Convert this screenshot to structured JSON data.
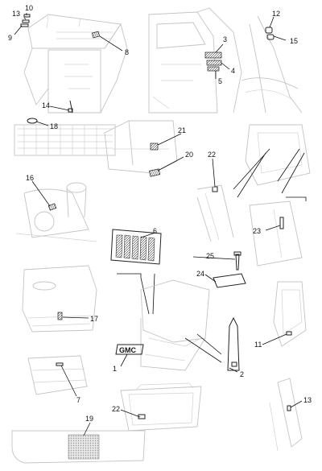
{
  "labels": {
    "l1": "1",
    "l2": "2",
    "l3": "3",
    "l4": "4",
    "l5": "5",
    "l6": "6",
    "l7": "7",
    "l8": "8",
    "l9": "9",
    "l10": "10",
    "l11": "11",
    "l12": "12",
    "l13a": "13",
    "l13b": "13",
    "l14": "14",
    "l15": "15",
    "l16": "16",
    "l17": "17",
    "l18": "18",
    "l19": "19",
    "l20": "20",
    "l21": "21",
    "l22a": "22",
    "l22b": "22",
    "l23": "23",
    "l24": "24",
    "l25": "25"
  },
  "emblem_text": "GMC"
}
